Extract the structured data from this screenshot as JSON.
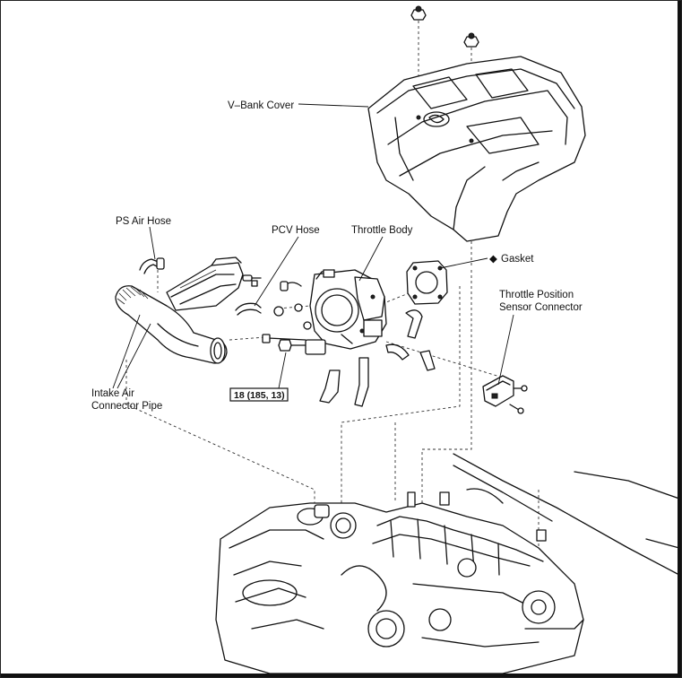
{
  "labels": {
    "v_bank_cover": "V–Bank Cover",
    "ps_air_hose": "PS Air Hose",
    "pcv_hose": "PCV Hose",
    "throttle_body": "Throttle Body",
    "gasket": "Gasket",
    "gasket_marker": "◆",
    "tps_connector_line1": "Throttle Position",
    "tps_connector_line2": "Sensor Connector",
    "intake_pipe_line1": "Intake Air",
    "intake_pipe_line2": "Connector Pipe",
    "torque_spec": "18 (185, 13)"
  }
}
